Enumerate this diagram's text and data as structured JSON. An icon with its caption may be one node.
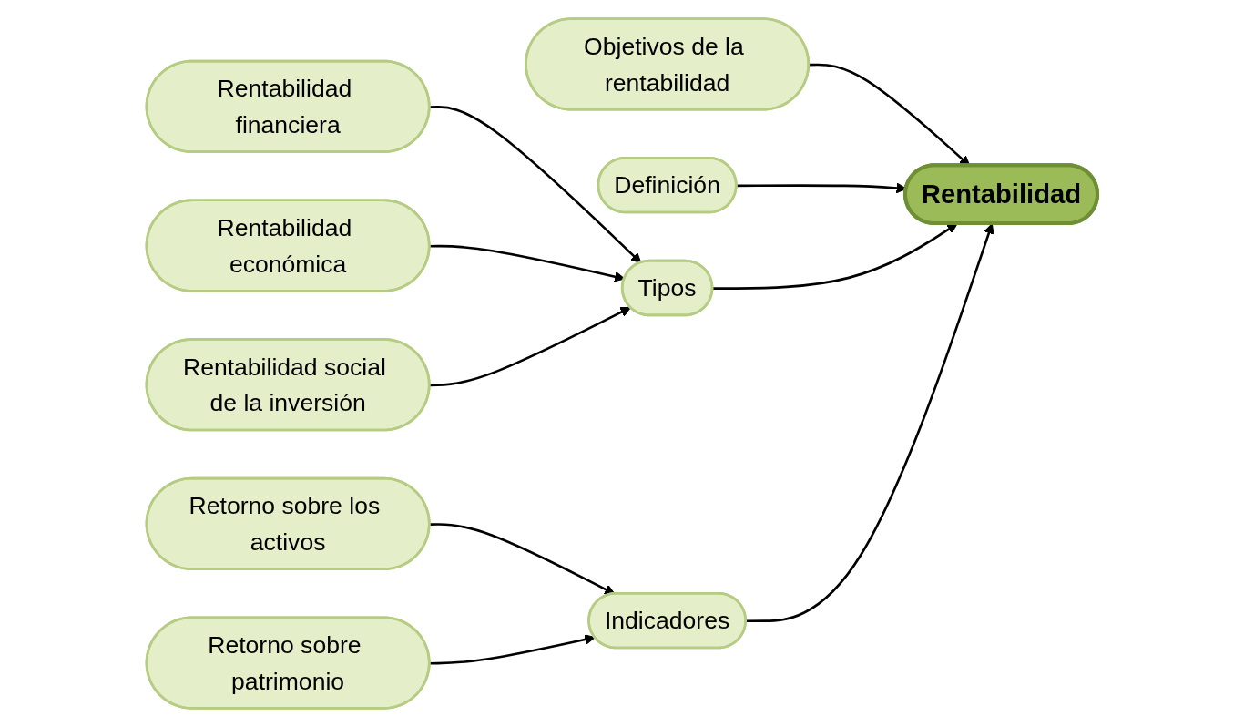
{
  "diagram": {
    "nodes": [
      {
        "text": [
          "Objetivos de la rentabilidad"
        ]
      },
      {
        "text": [
          "Rentabilidad financiera"
        ]
      },
      {
        "text": [
          "Definición"
        ]
      },
      {
        "text": [
          "Rentabilidad"
        ]
      },
      {
        "text": [
          "Tipos"
        ]
      },
      {
        "text": [
          "Rentabilidad económica"
        ]
      },
      {
        "text": [
          "Indicadores"
        ]
      },
      {
        "text": [
          "Rentabilidad social de la inversión"
        ]
      },
      {
        "text": [
          "Retorno sobre los activos"
        ]
      },
      {
        "text": [
          "Retorno sobre patrimonio"
        ]
      }
    ],
    "edges": [
      {
        "from": 0,
        "to": 3,
        "arrow": "to"
      },
      {
        "from": 1,
        "to": 4,
        "arrow": "to"
      },
      {
        "from": 2,
        "to": 3,
        "arrow": "to"
      },
      {
        "from": 4,
        "to": 3,
        "arrow": "to"
      },
      {
        "from": 5,
        "to": 4,
        "arrow": "to"
      },
      {
        "from": 6,
        "to": 3,
        "arrow": "to"
      },
      {
        "from": 7,
        "to": 4,
        "arrow": "to"
      },
      {
        "from": 8,
        "to": 6,
        "arrow": "to"
      },
      {
        "from": 9,
        "to": 6,
        "arrow": "to"
      }
    ]
  }
}
